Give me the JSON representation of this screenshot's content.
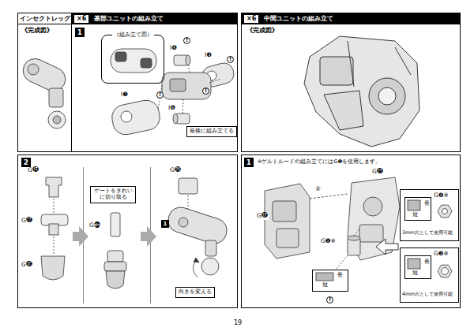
{
  "diagram": {
    "nodes": [
      {
        "text": [
          "インセクトレッグ"
        ]
      },
      {
        "text": [
          "×6",
          "基部ユニットの組み立て"
        ]
      },
      {
        "text": [
          "×6",
          "中間ユニットの組み立て"
        ]
      },
      {
        "text": [
          "1"
        ]
      },
      {
        "text": [
          "（組み立て図）"
        ]
      },
      {
        "text": [
          "最後に組み立てる"
        ]
      },
      {
        "text": [
          "2"
        ]
      },
      {
        "text": [
          "ゲートをきれいに切り取る"
        ]
      },
      {
        "text": [
          "1"
        ]
      },
      {
        "text": [
          "向きを変える"
        ]
      },
      {
        "text": [
          "1"
        ]
      },
      {
        "text": [
          "G❷※",
          "3mm穴として使用可能"
        ]
      },
      {
        "text": [
          "長",
          "短"
        ],
        "in": 11
      },
      {
        "text": [
          "G❸※",
          "4mm穴として使用可能"
        ]
      },
      {
        "text": [
          "長",
          "短"
        ],
        "in": 13
      },
      {
        "text": [
          "長",
          "短"
        ]
      }
    ],
    "labels": [
      "《完成図》",
      "I❹",
      "!",
      "I❸",
      "!",
      "I❼",
      "!",
      "I❻",
      "!",
      "《完成図》",
      "G⓯",
      "G⓱",
      "G⓰",
      "G⓾",
      "G⓴",
      "※ゲルトルードの組み立てにはG❶を使用します。",
      "G⓳",
      "②",
      "G⓬",
      "G❶※",
      "!",
      "19"
    ]
  }
}
